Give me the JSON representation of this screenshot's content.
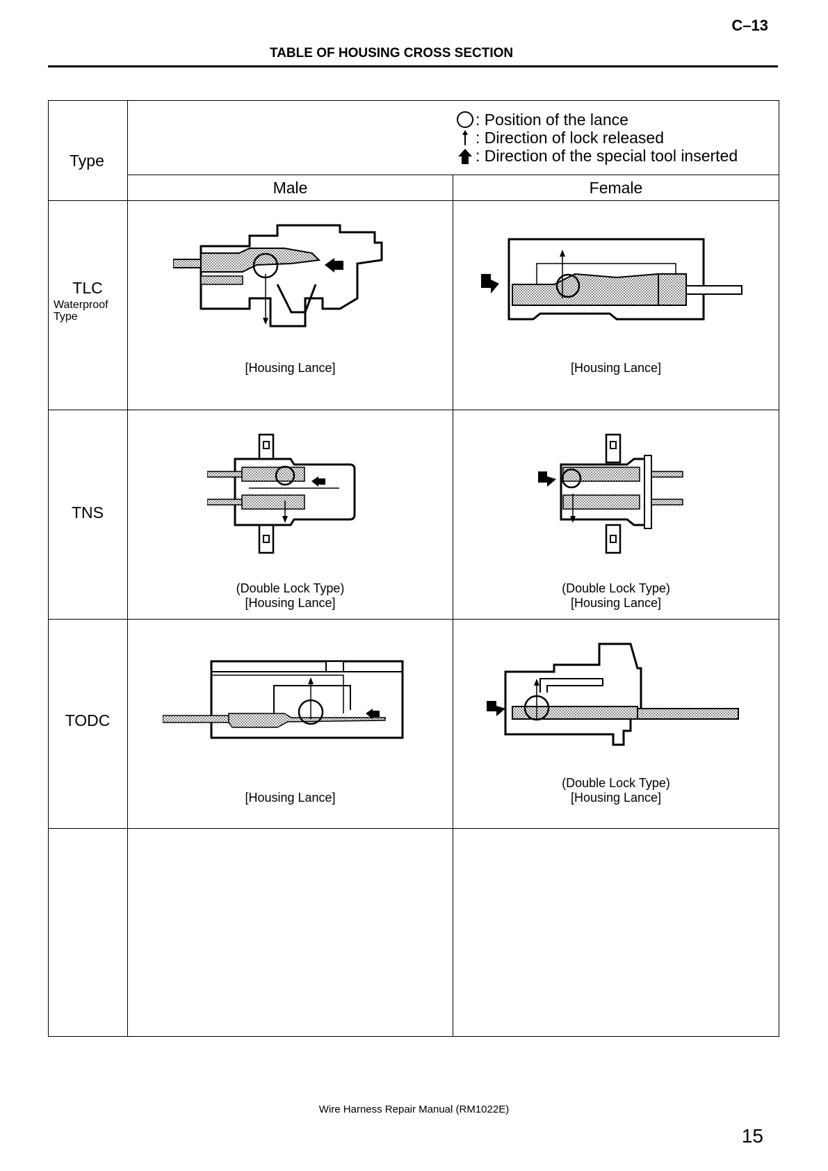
{
  "header": {
    "code": "C–13",
    "title": "TABLE OF HOUSING CROSS SECTION"
  },
  "table": {
    "type_label": "Type",
    "legend": [
      {
        "icon": "circle-icon",
        "text": ": Position of the lance"
      },
      {
        "icon": "thin-arrow-up-icon",
        "text": ": Direction of lock released"
      },
      {
        "icon": "thick-arrow-up-icon",
        "text": ": Direction of the special tool inserted"
      }
    ],
    "male_label": "Male",
    "female_label": "Female",
    "rows": [
      {
        "name": "TLC",
        "sub": [
          "Waterproof",
          "Type"
        ],
        "male_caption": [
          "[Housing Lance]"
        ],
        "female_caption": [
          "[Housing Lance]"
        ]
      },
      {
        "name": "TNS",
        "sub": [],
        "male_caption": [
          "(Double Lock Type)",
          "[Housing Lance]"
        ],
        "female_caption": [
          "(Double Lock Type)",
          "[Housing Lance]"
        ]
      },
      {
        "name": "TODC",
        "sub": [],
        "male_caption": [
          "[Housing Lance]"
        ],
        "female_caption": [
          "(Double Lock Type)",
          "[Housing Lance]"
        ]
      }
    ]
  },
  "footer": {
    "manual": "Wire Harness Repair Manual (RM1022E)",
    "page_number": "15"
  }
}
